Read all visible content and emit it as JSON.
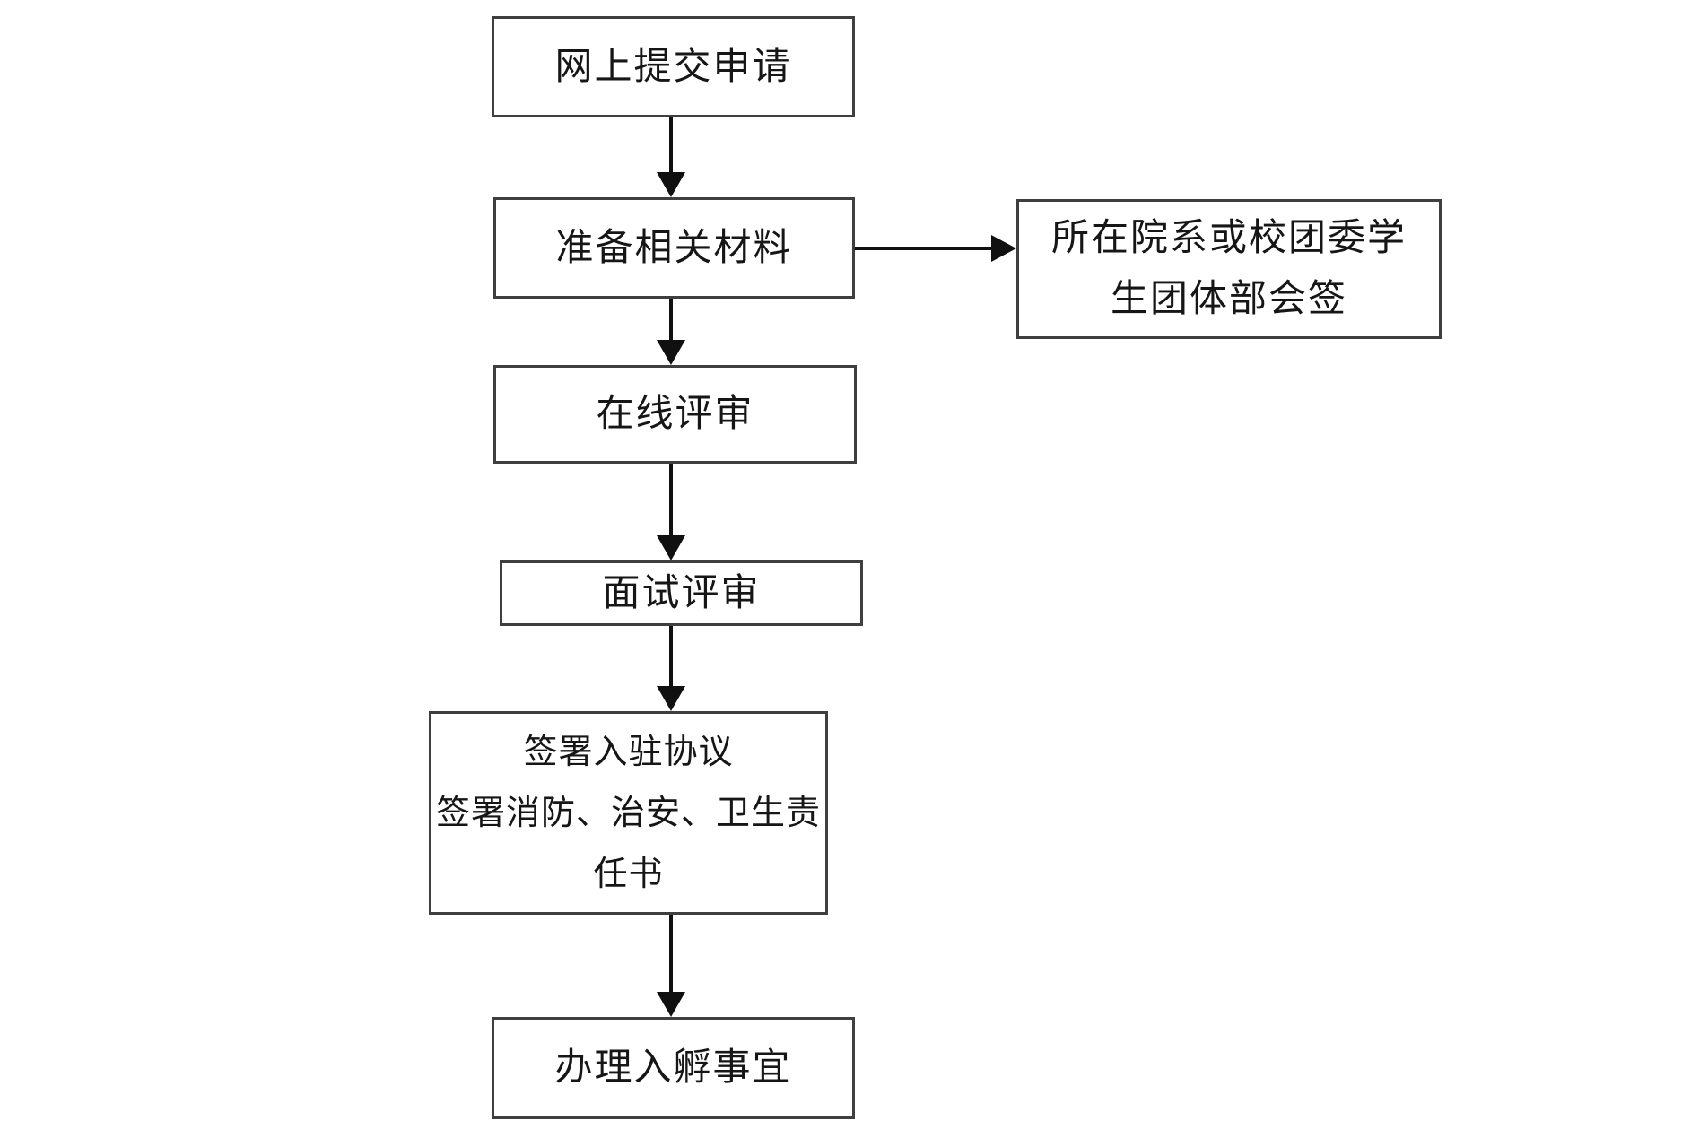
{
  "flowchart": {
    "background": "#ffffff",
    "colors": {
      "box_border": "#3f3f3f",
      "text": "#161616",
      "arrow": "#101010"
    },
    "nodes": {
      "submit": {
        "label": "网上提交申请"
      },
      "prepare": {
        "label": "准备相关材料"
      },
      "countersign": {
        "lines": [
          "所在院系或校团委学",
          "生团体部会签"
        ]
      },
      "online_review": {
        "label": "在线评审"
      },
      "interview_review": {
        "label": "面试评审"
      },
      "sign_agreement": {
        "lines": [
          "签署入驻协议",
          "签署消防、治安、卫生责",
          "任书"
        ]
      },
      "incubation": {
        "label": "办理入孵事宜"
      }
    },
    "edges": [
      {
        "from": "submit",
        "to": "prepare",
        "direction": "down"
      },
      {
        "from": "prepare",
        "to": "countersign",
        "direction": "right"
      },
      {
        "from": "prepare",
        "to": "online_review",
        "direction": "down"
      },
      {
        "from": "online_review",
        "to": "interview_review",
        "direction": "down"
      },
      {
        "from": "interview_review",
        "to": "sign_agreement",
        "direction": "down"
      },
      {
        "from": "sign_agreement",
        "to": "incubation",
        "direction": "down"
      }
    ]
  }
}
